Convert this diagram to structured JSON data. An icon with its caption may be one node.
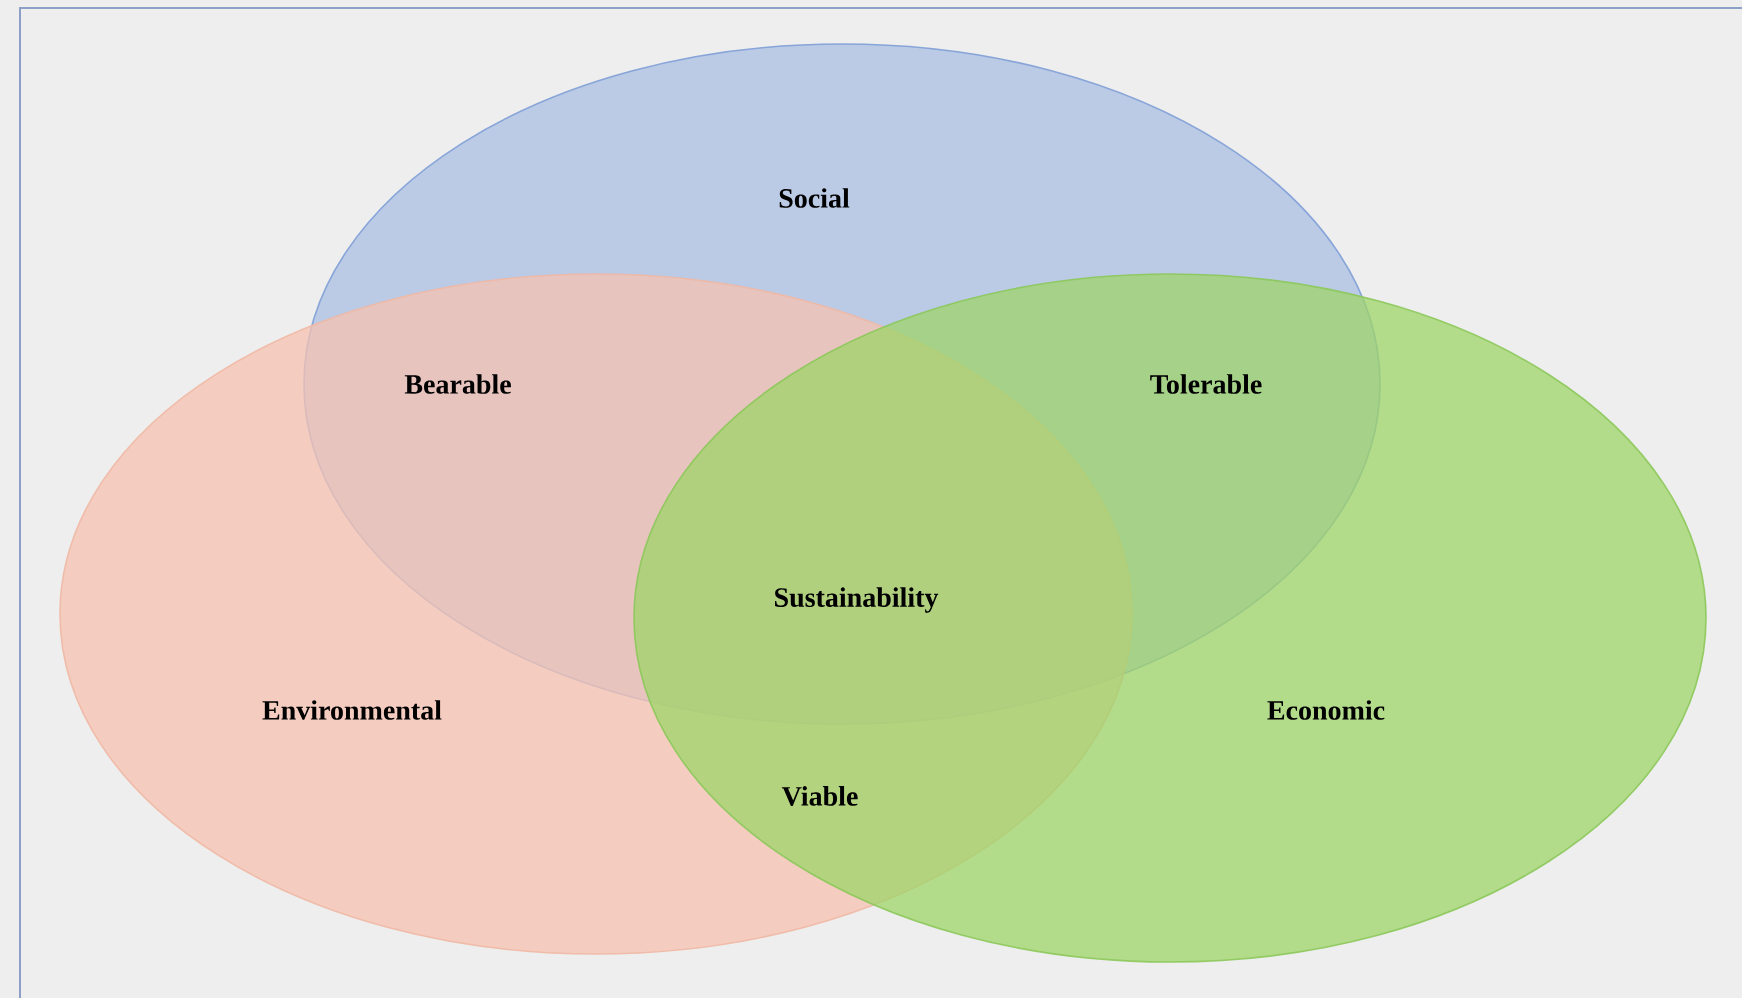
{
  "diagram": {
    "nodes": [
      {
        "text": [
          "Social"
        ]
      },
      {
        "text": [
          "Environmental"
        ]
      },
      {
        "text": [
          "Economic"
        ]
      }
    ],
    "labels": [
      "Bearable",
      "Tolerable",
      "Sustainability",
      "Viable"
    ]
  }
}
